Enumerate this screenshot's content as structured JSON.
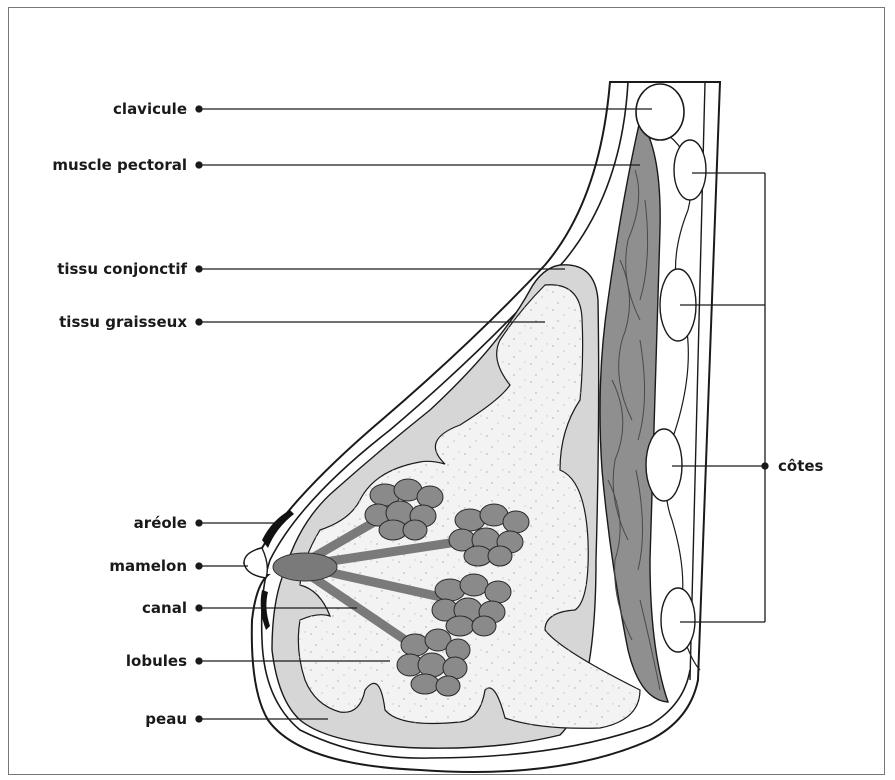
{
  "labels": {
    "clavicule": "clavicule",
    "muscle_pectoral": "muscle pectoral",
    "tissu_conjonctif": "tissu conjonctif",
    "tissu_graisseux": "tissu graisseux",
    "areole": "aréole",
    "mamelon": "mamelon",
    "canal": "canal",
    "lobules": "lobules",
    "peau": "peau",
    "cotes": "côtes"
  },
  "colors": {
    "outline": "#1a1a1a",
    "connective_tissue": "#d6d6d6",
    "fatty_tissue": "#f3f3f3",
    "muscle": "#8f8f8f",
    "ducts_lobules": "#7a7a7a",
    "areola": "#111111"
  }
}
